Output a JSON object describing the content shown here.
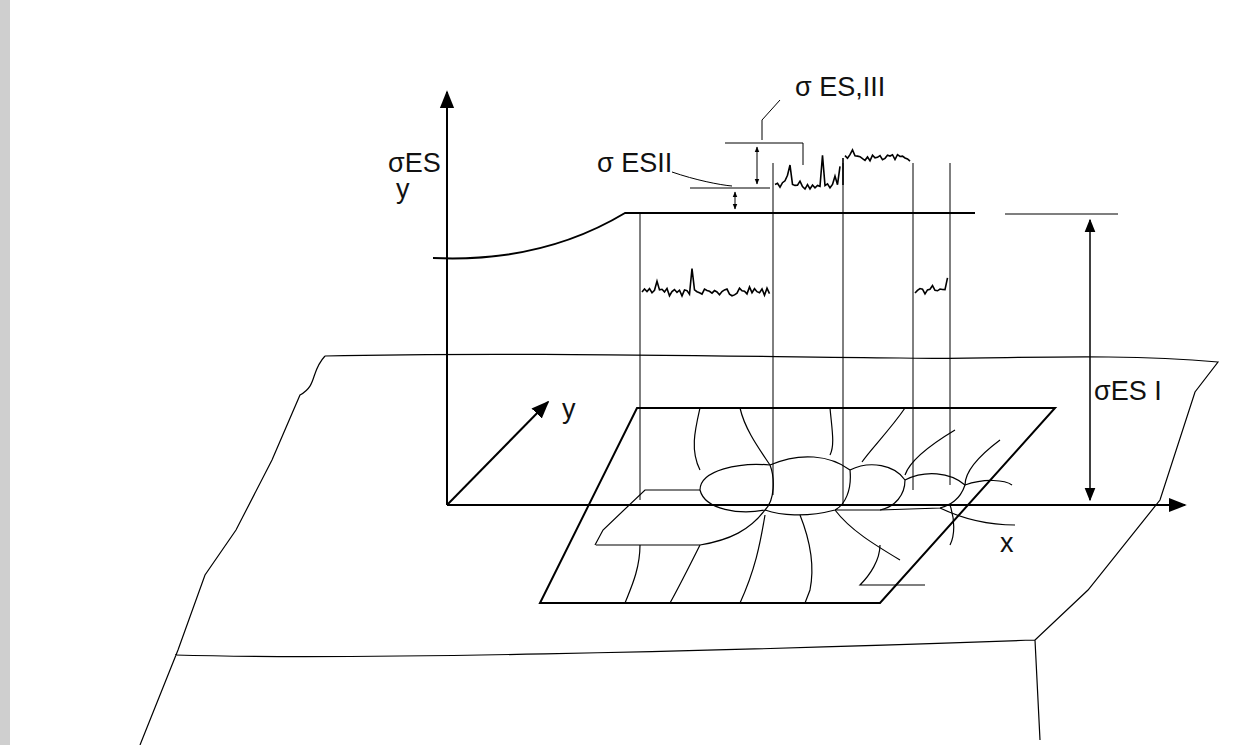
{
  "diagram": {
    "labels": [
      "σ ES,III",
      "σ ESII",
      "σES",
      "y",
      "y",
      "x",
      "σES I"
    ]
  }
}
